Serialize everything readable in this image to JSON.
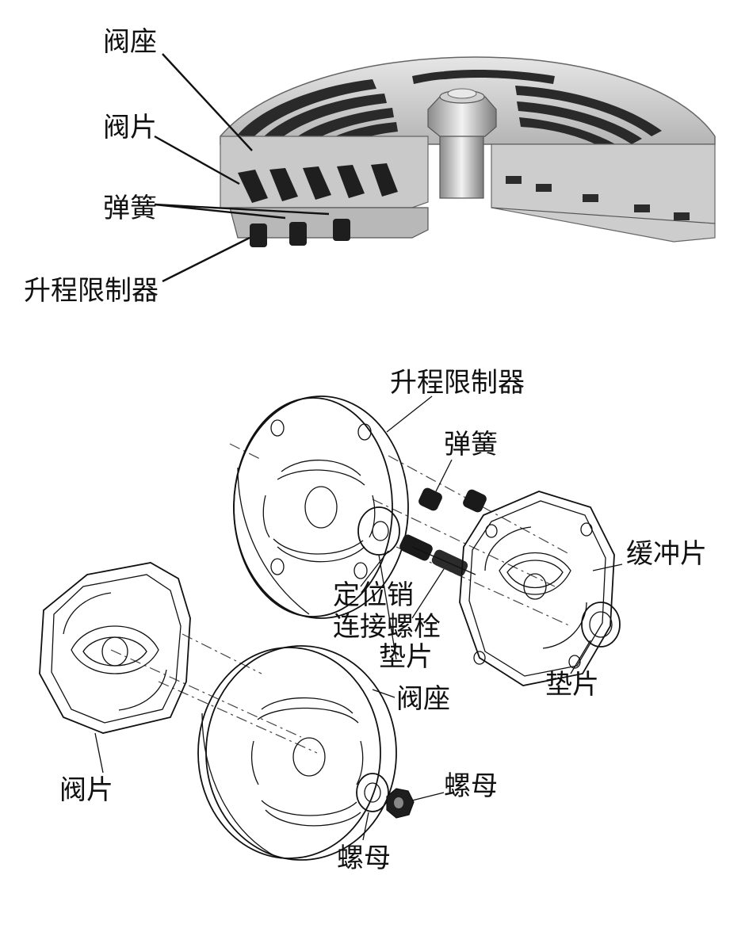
{
  "top_figure": {
    "labels": {
      "valve_seat": "阀座",
      "valve_plate": "阀片",
      "spring": "弹簧",
      "lift_limiter": "升程限制器"
    }
  },
  "bottom_figure": {
    "labels": {
      "lift_limiter": "升程限制器",
      "spring": "弹簧",
      "buffer_plate": "缓冲片",
      "locating_pin": "定位销",
      "connecting_bolt": "连接螺栓",
      "gasket_left": "垫片",
      "gasket_right": "垫片",
      "valve_seat": "阀座",
      "valve_plate": "阀片",
      "nut_right": "螺母",
      "nut_bottom": "螺母"
    }
  }
}
